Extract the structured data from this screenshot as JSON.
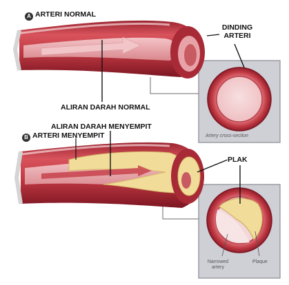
{
  "figure": {
    "panel_a": {
      "badge": "A",
      "title": "ARTERI NORMAL",
      "wall_label_line1": "DINDING",
      "wall_label_line2": "ARTERI",
      "flow_label": "ALIRAN DARAH NORMAL",
      "inset_caption": "Artery cross-section"
    },
    "panel_b": {
      "badge": "B",
      "title": "ARTERI MENYEMPIT",
      "flow_label": "ALIRAN DARAH MENYEMPIT",
      "plaque_label": "PLAK",
      "inset_caption_narrowed_line1": "Narrowed",
      "inset_caption_narrowed_line2": "artery",
      "inset_caption_plaque": "Plaque"
    },
    "colors": {
      "artery_wall": "#c23a44",
      "artery_dark": "#8f1e2a",
      "artery_inner": "#e7a3a8",
      "plaque": "#f1dc9a",
      "inset_bg": "#cfcfd6"
    }
  }
}
